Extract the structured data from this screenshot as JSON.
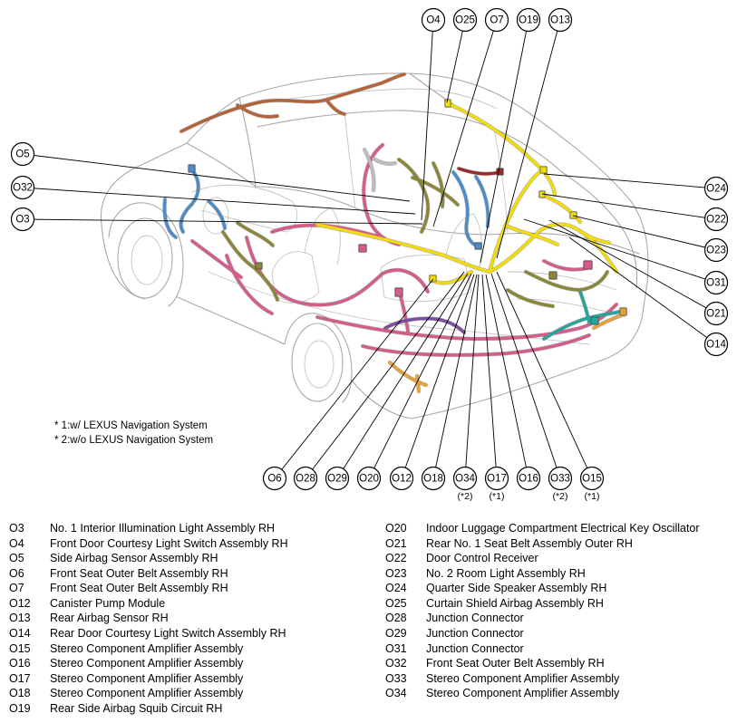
{
  "diagram": {
    "callouts": {
      "top": [
        {
          "label": "O4"
        },
        {
          "label": "O25"
        },
        {
          "label": "O7"
        },
        {
          "label": "O19"
        },
        {
          "label": "O13"
        }
      ],
      "left": [
        {
          "label": "O5"
        },
        {
          "label": "O32"
        },
        {
          "label": "O3"
        }
      ],
      "right": [
        {
          "label": "O24"
        },
        {
          "label": "O22"
        },
        {
          "label": "O23"
        },
        {
          "label": "O31"
        },
        {
          "label": "O21"
        },
        {
          "label": "O14"
        }
      ],
      "bottom": [
        {
          "label": "O6"
        },
        {
          "label": "O28"
        },
        {
          "label": "O29"
        },
        {
          "label": "O20"
        },
        {
          "label": "O12"
        },
        {
          "label": "O18"
        },
        {
          "label": "O34",
          "note": "(*2)"
        },
        {
          "label": "O17",
          "note": "(*1)"
        },
        {
          "label": "O16"
        },
        {
          "label": "O33",
          "note": "(*2)"
        },
        {
          "label": "O15",
          "note": "(*1)"
        }
      ]
    },
    "notes": [
      "* 1:w/ LEXUS Navigation System",
      "* 2:w/o LEXUS Navigation System"
    ]
  },
  "legend": {
    "left": [
      {
        "code": "O3",
        "desc": "No. 1 Interior Illumination Light Assembly RH"
      },
      {
        "code": "O4",
        "desc": "Front Door Courtesy Light Switch Assembly RH"
      },
      {
        "code": "O5",
        "desc": "Side Airbag Sensor Assembly RH"
      },
      {
        "code": "O6",
        "desc": "Front Seat Outer Belt Assembly RH"
      },
      {
        "code": "O7",
        "desc": "Front Seat Outer Belt Assembly RH"
      },
      {
        "code": "O12",
        "desc": "Canister Pump Module"
      },
      {
        "code": "O13",
        "desc": "Rear Airbag Sensor RH"
      },
      {
        "code": "O14",
        "desc": "Rear Door Courtesy Light Switch Assembly RH"
      },
      {
        "code": "O15",
        "desc": "Stereo Component Amplifier Assembly"
      },
      {
        "code": "O16",
        "desc": "Stereo Component Amplifier Assembly"
      },
      {
        "code": "O17",
        "desc": "Stereo Component Amplifier Assembly"
      },
      {
        "code": "O18",
        "desc": "Stereo Component Amplifier Assembly"
      },
      {
        "code": "O19",
        "desc": "Rear Side Airbag Squib Circuit RH"
      }
    ],
    "right": [
      {
        "code": "O20",
        "desc": "Indoor Luggage Compartment Electrical Key Oscillator"
      },
      {
        "code": "O21",
        "desc": "Rear No. 1 Seat Belt Assembly Outer RH"
      },
      {
        "code": "O22",
        "desc": "Door Control Receiver"
      },
      {
        "code": "O23",
        "desc": "No. 2 Room Light Assembly RH"
      },
      {
        "code": "O24",
        "desc": "Quarter Side Speaker Assembly RH"
      },
      {
        "code": "O25",
        "desc": "Curtain Shield Airbag Assembly RH"
      },
      {
        "code": "O28",
        "desc": "Junction Connector"
      },
      {
        "code": "O29",
        "desc": "Junction Connector"
      },
      {
        "code": "O31",
        "desc": "Junction Connector"
      },
      {
        "code": "O32",
        "desc": "Front Seat Outer Belt Assembly RH"
      },
      {
        "code": "O33",
        "desc": "Stereo Component Amplifier Assembly"
      },
      {
        "code": "O34",
        "desc": "Stereo Component Amplifier Assembly"
      }
    ]
  },
  "harness_colors": {
    "yellow": "#f2dc0a",
    "pink": "#d45d8c",
    "olive": "#8a8838",
    "blue": "#4c8dc8",
    "brown": "#b5643a",
    "teal": "#27a49b",
    "purple": "#7b4f9e",
    "orange": "#e5a23a",
    "dark_red": "#9b2b2b",
    "gray": "#bdbdbd"
  }
}
